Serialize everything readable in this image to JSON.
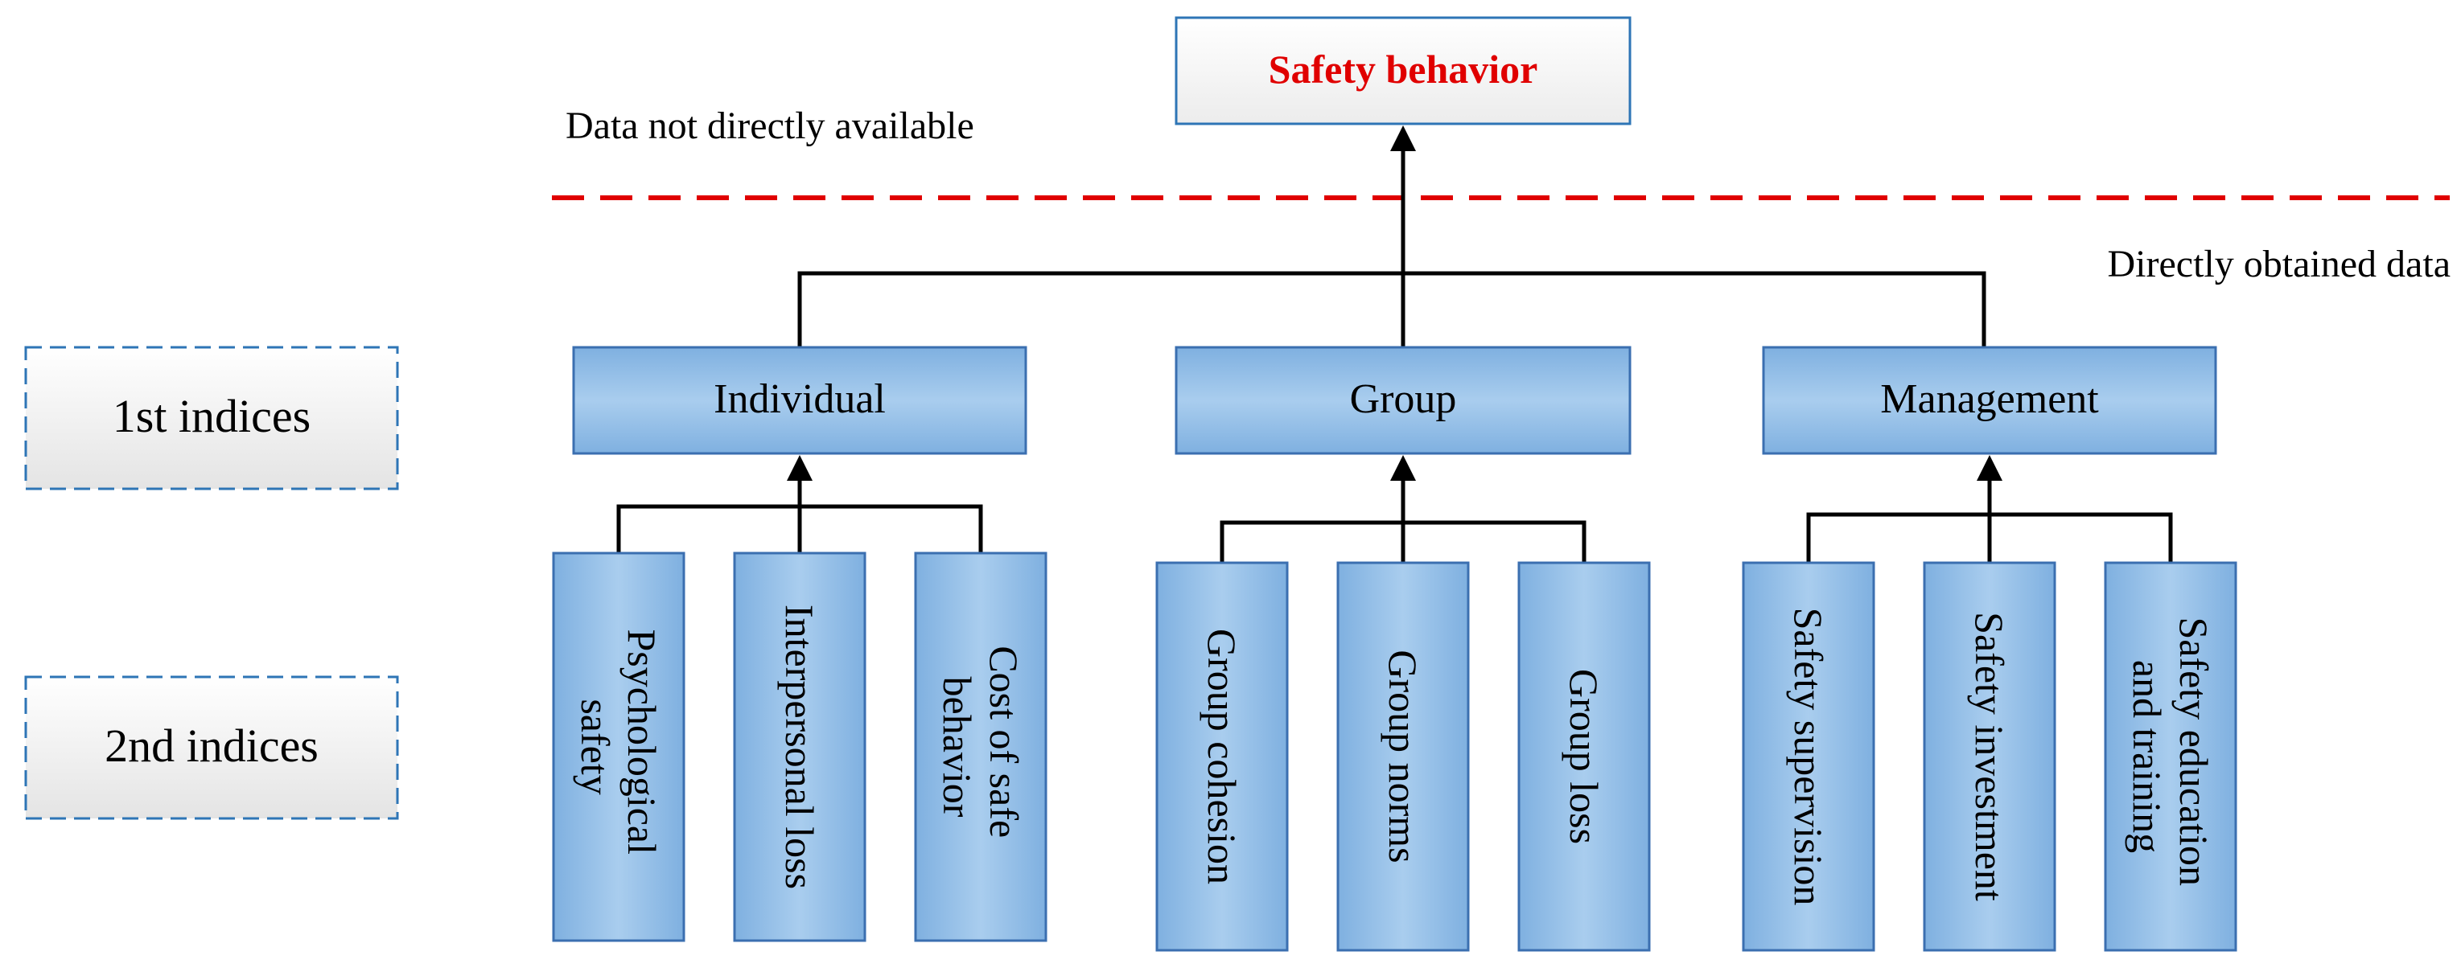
{
  "root": {
    "label": "Safety behavior",
    "color": "#e00000"
  },
  "annotations": {
    "above_line": "Data not directly available",
    "below_line": "Directly obtained data",
    "divider_color": "#e00000"
  },
  "levels": {
    "first": "1st indices",
    "second": "2nd indices"
  },
  "first_indices": [
    "Individual",
    "Group",
    "Management"
  ],
  "second_indices": {
    "individual": [
      [
        "Psychological",
        "safety"
      ],
      [
        "Interpersonal loss"
      ],
      [
        "Cost of safe",
        "behavior"
      ]
    ],
    "group": [
      [
        "Group cohesion"
      ],
      [
        "Group norms"
      ],
      [
        "Group loss"
      ]
    ],
    "management": [
      [
        "Safety supervision"
      ],
      [
        "Safety investment"
      ],
      [
        "Safety education",
        "and training"
      ]
    ]
  },
  "colors": {
    "box_edge": "#3b6fb0",
    "box_mid": "#a9cdee",
    "box_side": "#7fb0e0",
    "level_border": "#2e75b6"
  }
}
